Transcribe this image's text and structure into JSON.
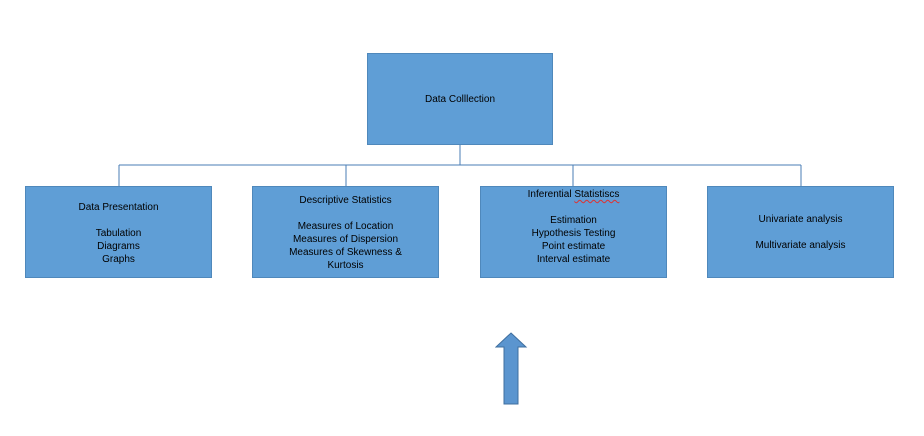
{
  "colors": {
    "box_fill": "#5f9ed6",
    "box_border": "#4f88bb",
    "connector": "#4a7eb5",
    "arrow_fill": "#5b95cf",
    "arrow_stroke": "#3f6f9f",
    "spell_underline": "#e0312f"
  },
  "root": {
    "label": "Data Colllection"
  },
  "children": [
    {
      "title": "Data Presentation",
      "items": [
        "Tabulation",
        "Diagrams",
        "Graphs"
      ]
    },
    {
      "title": "Descriptive Statistics",
      "items": [
        "Measures of Location",
        "Measures of Dispersion",
        "Measures of Skewness &",
        "Kurtosis"
      ]
    },
    {
      "title_prefix": "Inferential ",
      "title_misspelled": "Statistiscs",
      "items": [
        "Estimation",
        "Hypothesis Testing",
        "Point estimate",
        "Interval estimate"
      ]
    },
    {
      "items": [
        "Univariate analysis",
        "Multivariate analysis"
      ]
    }
  ],
  "arrow_direction": "up"
}
